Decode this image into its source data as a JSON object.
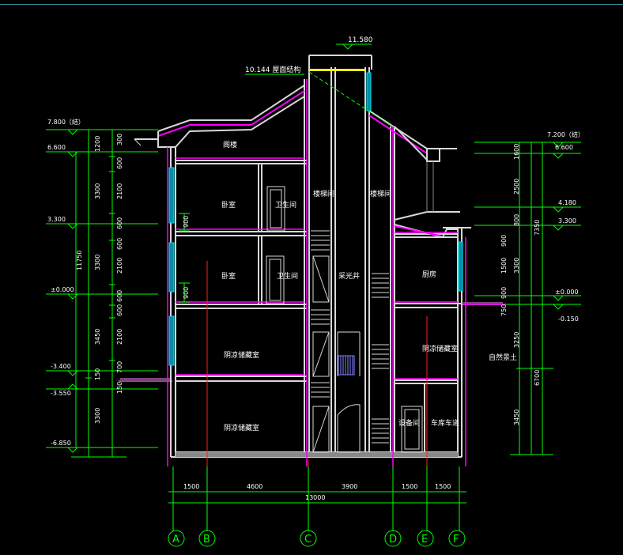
{
  "colors": {
    "wall": "#d8d8d8",
    "cut": "#ff00ff",
    "dim": "#00ff00",
    "window": "#00c8d8",
    "accent": "#ffff00",
    "red": "#ff2020",
    "text": "#ffffff"
  },
  "top_elevation": "11.580",
  "roof_structure_note": "10.144 屋面结构",
  "rooms": {
    "attic": "阁楼",
    "bedroom_upper": "卧室",
    "bath_upper": "卫生间",
    "bedroom_lower": "卧室",
    "bath_lower": "卫生间",
    "stair_left": "楼梯间",
    "stair_right": "楼梯间",
    "lightwell": "采光井",
    "kitchen": "厨房",
    "storage_b1_left": "阴凉储藏室",
    "storage_b1_right": "阴凉储藏室",
    "storage_b2": "阴凉储藏室",
    "utility": "设备间",
    "garage": "车库车道",
    "natural_grade": "自然景土"
  },
  "left_levels": [
    "7.800（结）",
    "6.600",
    "3.300",
    "±0.000",
    "-3.400",
    "-3.550",
    "-6.850"
  ],
  "left_dims_outer": [
    "1200",
    "3300",
    "3300",
    "3450",
    "150",
    "3300"
  ],
  "left_dims_inner": [
    "300",
    "600",
    "2100",
    "600",
    "600",
    "2100",
    "600",
    "600",
    "2100",
    "700",
    "150"
  ],
  "left_total": "11750",
  "window_sill": [
    "900",
    "900"
  ],
  "right_levels": [
    "7.200（结）",
    "6.600",
    "4.180",
    "3.300",
    "±0.000",
    "-0.150"
  ],
  "right_dims_outer": [
    "1600",
    "2500",
    "800",
    "3300",
    "3250",
    "3450"
  ],
  "right_dims_inner": [
    "900",
    "1500",
    "900",
    "750"
  ],
  "right_totals": [
    "7350",
    "6700"
  ],
  "bottom_dims": [
    "1500",
    "4600",
    "3900",
    "1500",
    "1500"
  ],
  "bottom_total": "13000",
  "axes": [
    "A",
    "B",
    "C",
    "D",
    "E",
    "F"
  ]
}
